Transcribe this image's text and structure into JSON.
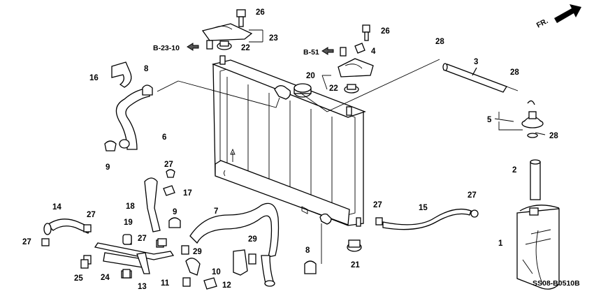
{
  "diagram_code": "SS08-B0510B",
  "direction_label": "FR.",
  "references": [
    "B-23-10",
    "B-51"
  ],
  "callouts": [
    "1",
    "2",
    "3",
    "4",
    "5",
    "6",
    "7",
    "8",
    "8",
    "9",
    "9",
    "10",
    "11",
    "12",
    "13",
    "14",
    "15",
    "16",
    "17",
    "18",
    "19",
    "20",
    "21",
    "22",
    "22",
    "23",
    "24",
    "25",
    "26",
    "26",
    "27",
    "27",
    "27",
    "27",
    "27",
    "27",
    "28",
    "28",
    "28",
    "29",
    "29"
  ]
}
